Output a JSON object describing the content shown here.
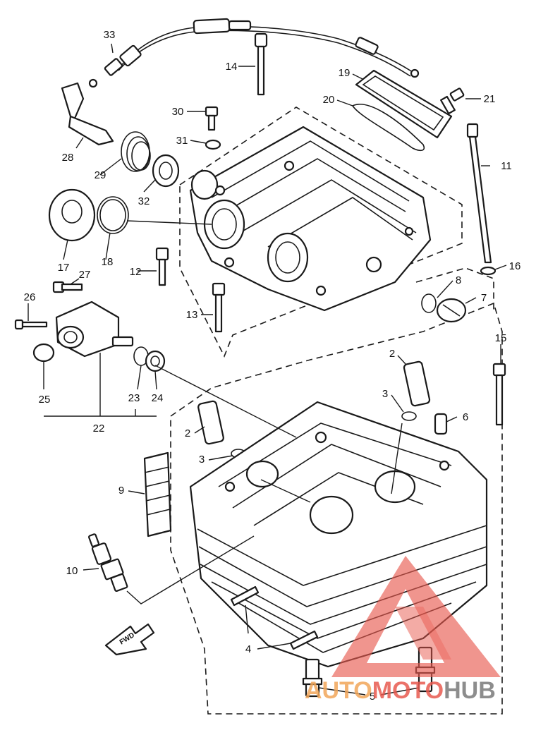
{
  "diagram": {
    "callouts": {
      "c33": "33",
      "c14": "14",
      "c19": "19",
      "c20": "20",
      "c21": "21",
      "c30": "30",
      "c31": "31",
      "c11": "11",
      "c28": "28",
      "c29": "29",
      "c32": "32",
      "c17": "17",
      "c18": "18",
      "c12": "12",
      "c16": "16",
      "c27": "27",
      "c26": "26",
      "c8": "8",
      "c7": "7",
      "c13": "13",
      "c25": "25",
      "c23": "23",
      "c24": "24",
      "c22": "22",
      "c2a": "2",
      "c2b": "2",
      "c3a": "3",
      "c3b": "3",
      "c6": "6",
      "c15": "15",
      "c9": "9",
      "c10": "10",
      "c4": "4",
      "c5": "5"
    },
    "fwd_label": "FWD"
  },
  "watermark": {
    "part1": "AUTO",
    "part2": "MOTO",
    "part3": "HUB",
    "colors": {
      "red": "#e85a4f",
      "orange": "#f2a65a",
      "gray": "#7a7a7a"
    }
  }
}
